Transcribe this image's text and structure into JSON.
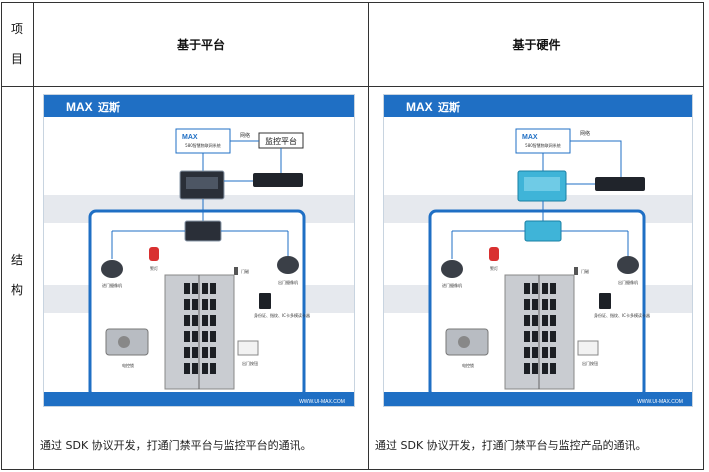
{
  "header": {
    "col_item_chars": [
      "项",
      "目"
    ],
    "col_platform": "基于平台",
    "col_hardware": "基于硬件"
  },
  "row": {
    "label_chars": [
      "结",
      "构"
    ]
  },
  "diagram_platform": {
    "brand": "迈斯",
    "system_label": "580智慧物联网系统",
    "network_label": "网络",
    "monitor_platform_label": "监控平台",
    "camera_in_label": "进门摄像机",
    "camera_out_label": "出门摄像机",
    "alarm_label": "警灯",
    "door_magnet_label": "门磁",
    "lock_label": "电控锁",
    "reader_label": "身份证、指纹、IC卡多模读卡器",
    "exit_button_label": "出门按钮",
    "website": "WWW.UI-MAX.COM"
  },
  "diagram_hardware": {
    "brand": "迈斯",
    "system_label": "580智慧物联网系统",
    "network_label": "网络",
    "camera_in_label": "进门摄像机",
    "camera_out_label": "出门摄像机",
    "alarm_label": "警灯",
    "door_magnet_label": "门磁",
    "lock_label": "电控锁",
    "reader_label": "身份证、指纹、IC卡多模读卡器",
    "exit_button_label": "出门按钮",
    "website": "WWW.UI-MAX.COM"
  },
  "descriptions": {
    "platform": "通过 SDK 协议开发，打通门禁平台与监控平台的通讯。",
    "hardware": "通过 SDK 协议开发，打通门禁平台与监控产品的通讯。"
  },
  "colors": {
    "brand_blue": "#1f6fc4",
    "controller_dark": "#2a2f38",
    "controller_teal": "#3fb4d8",
    "band_gray": "#e6e9ee"
  }
}
